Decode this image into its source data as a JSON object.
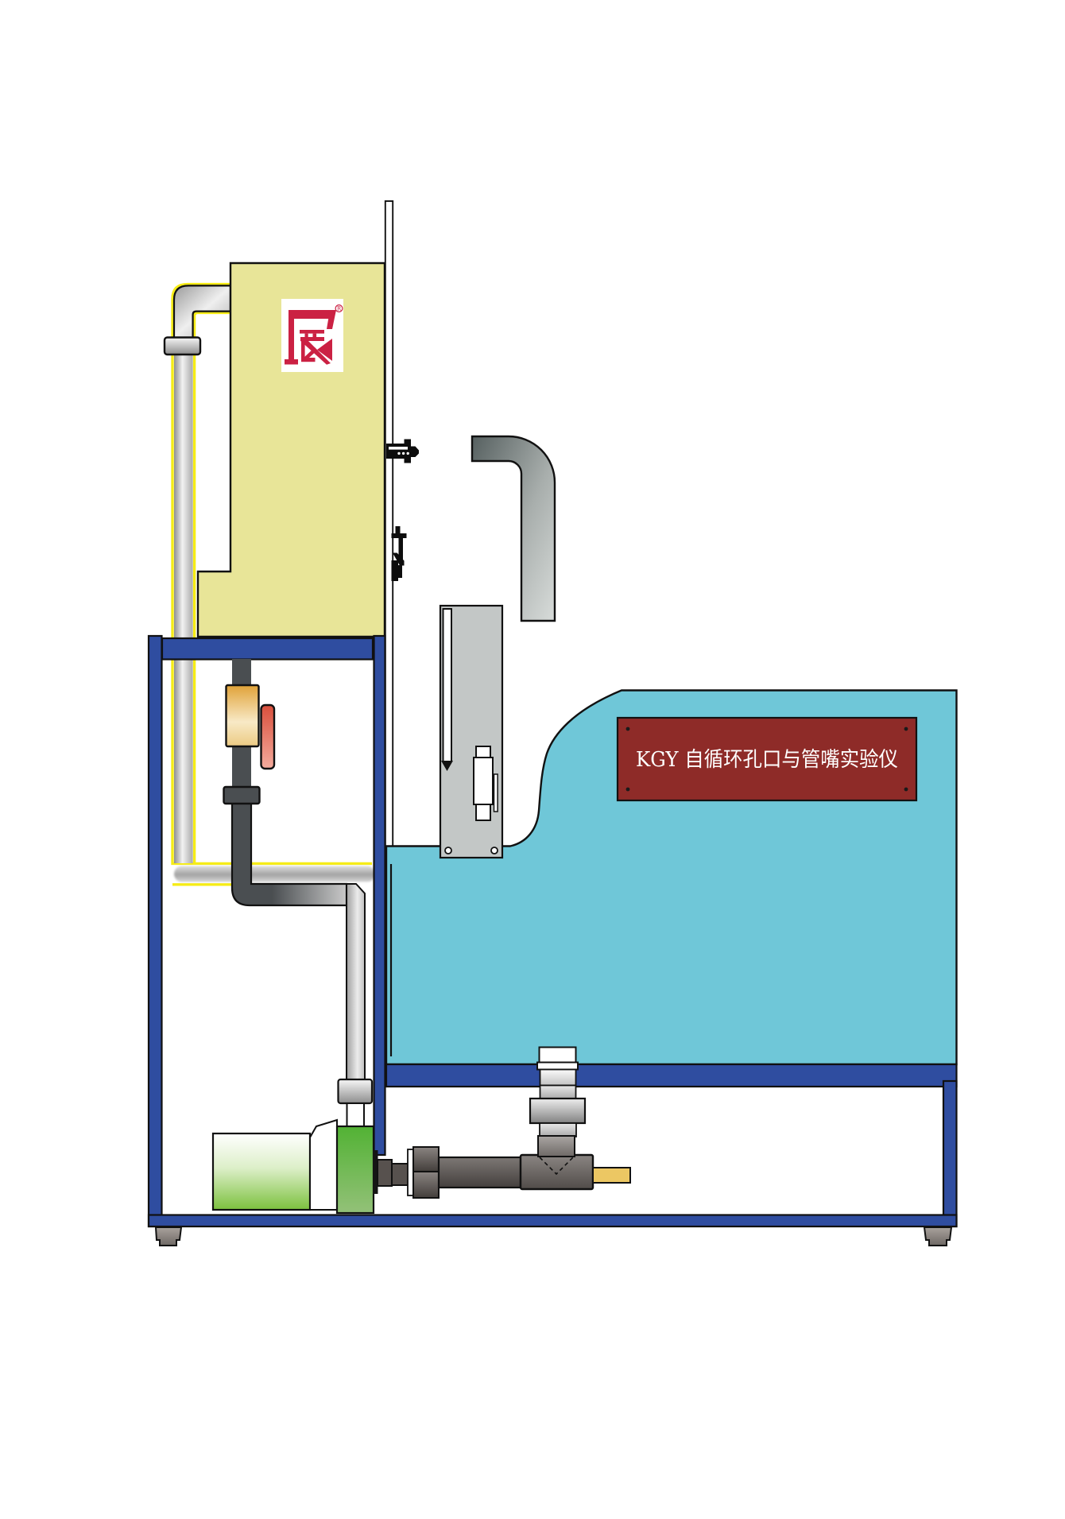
{
  "equipment": {
    "name_plate": {
      "text": "KGY 自循环孔口与管嘴实验仪",
      "background": "#8e2b28",
      "text_color": "#ffffff"
    },
    "brand_logo": {
      "glyph": "辰",
      "registered_mark": "R",
      "color": "#cb2143",
      "background": "#ffffff"
    },
    "colors": {
      "frame_blue": "#2f4da0",
      "head_tank_yellow": "#e8e598",
      "pipe_highlight_yellow": "#f6ec16",
      "water_tank_cyan": "#6fc7d8",
      "name_plate_maroon": "#8e2b28",
      "pump_motor_green": "#7cc13e",
      "pump_head_green": "#52b234",
      "valve_body_amber": "#edb345",
      "valve_handle_salmon": "#e2614c",
      "pipe_dark_gray": "#4a4e51",
      "pipe_light_gray": "#c9cdcb",
      "gauge_plate_gray": "#c3c7c6",
      "drain_plug_tan": "#ecc763",
      "outline_black": "#111111",
      "fitting_black": "#0d0d0d",
      "panel_white": "#ffffff"
    }
  }
}
